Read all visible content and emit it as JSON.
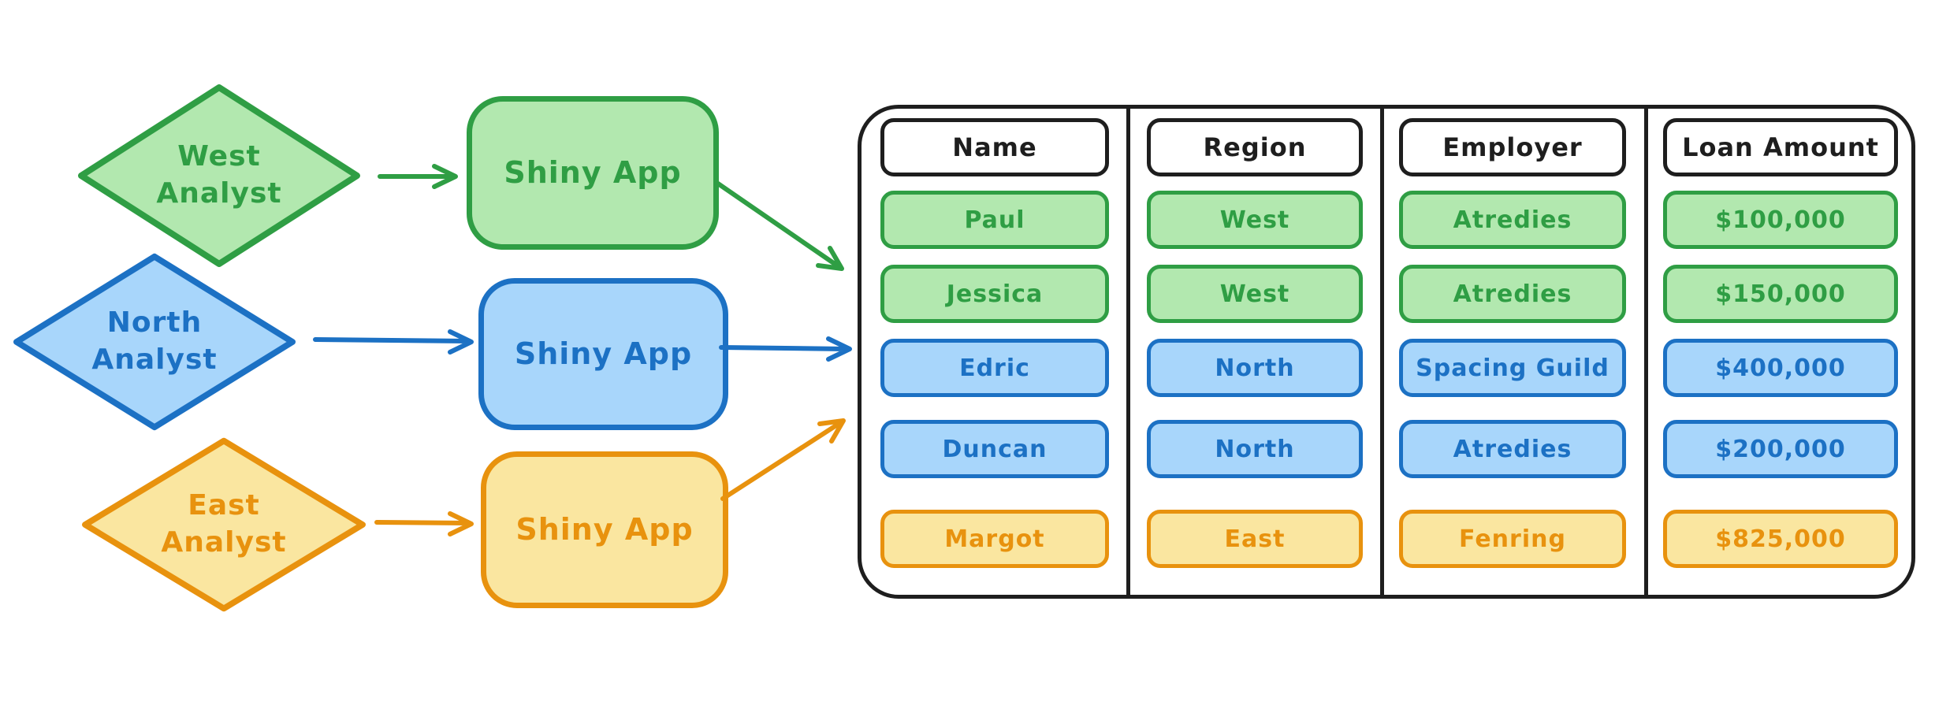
{
  "palette": {
    "green": {
      "stroke": "#2f9e44",
      "fill": "#b2e8af"
    },
    "blue": {
      "stroke": "#1c71c4",
      "fill": "#a8d6fb"
    },
    "orange": {
      "stroke": "#e8920e",
      "fill": "#fae6a0"
    },
    "ink": {
      "stroke": "#1e1e1e",
      "fill": "#ffffff"
    }
  },
  "analysts": [
    {
      "label": "West Analyst",
      "color": "green"
    },
    {
      "label": "North Analyst",
      "color": "blue"
    },
    {
      "label": "East Analyst",
      "color": "orange"
    }
  ],
  "apps": [
    {
      "label": "Shiny App",
      "color": "green"
    },
    {
      "label": "Shiny App",
      "color": "blue"
    },
    {
      "label": "Shiny App",
      "color": "orange"
    }
  ],
  "connections": [
    {
      "from": "west-analyst",
      "to": "shiny-app-west",
      "color": "green"
    },
    {
      "from": "north-analyst",
      "to": "shiny-app-north",
      "color": "blue"
    },
    {
      "from": "east-analyst",
      "to": "shiny-app-east",
      "color": "orange"
    },
    {
      "from": "shiny-app-west",
      "to": "loan-table",
      "color": "green"
    },
    {
      "from": "shiny-app-north",
      "to": "loan-table",
      "color": "blue"
    },
    {
      "from": "shiny-app-east",
      "to": "loan-table",
      "color": "orange"
    }
  ],
  "table": {
    "columns": [
      "Name",
      "Region",
      "Employer",
      "Loan Amount"
    ],
    "rows": [
      {
        "color": "green",
        "name": "Paul",
        "region": "West",
        "employer": "Atredies",
        "loan": "$100,000"
      },
      {
        "color": "green",
        "name": "Jessica",
        "region": "West",
        "employer": "Atredies",
        "loan": "$150,000"
      },
      {
        "color": "blue",
        "name": "Edric",
        "region": "North",
        "employer": "Spacing Guild",
        "loan": "$400,000"
      },
      {
        "color": "blue",
        "name": "Duncan",
        "region": "North",
        "employer": "Atredies",
        "loan": "$200,000"
      },
      {
        "color": "orange",
        "name": "Margot",
        "region": "East",
        "employer": "Fenring",
        "loan": "$825,000"
      }
    ]
  }
}
